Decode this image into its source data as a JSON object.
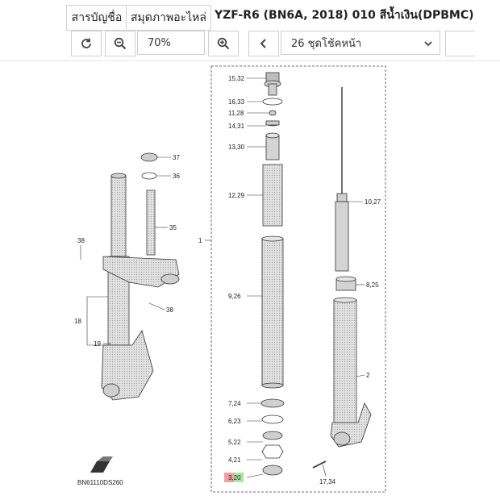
{
  "tabs": {
    "parts_list": "สารบัญชื่อ",
    "parts_catalog": "สมุดภาพอะไหล่"
  },
  "title": "YZF-R6 (BN6A, 2018) 010 สีน้ำเงิน(DPBMC)",
  "toolbar": {
    "zoom_value": "70%",
    "section_value": "26 ชุดโช้คหน้า"
  },
  "diagram": {
    "code": "BN61110DS260",
    "labels": {
      "l1": "1",
      "l2": "2",
      "l3": "3,20",
      "l4": "4,21",
      "l5": "5,22",
      "l6": "6,23",
      "l7": "7,24",
      "l8": "8,25",
      "l9": "9,26",
      "l10": "10,27",
      "l11": "11,28",
      "l12": "12,29",
      "l13": "13,30",
      "l14": "14,31",
      "l15": "15,32",
      "l16": "16,33",
      "l17": "17,34",
      "l18": "18",
      "l19": "19",
      "l35": "35",
      "l36": "36",
      "l37": "37",
      "l38a": "38",
      "l38b": "38"
    }
  },
  "colors": {
    "border": "#cfcfcf",
    "line": "#222222",
    "part_fill": "#d9d9d9",
    "highlight_red": "#f4a0a0",
    "highlight_green": "#a8e6a0"
  }
}
